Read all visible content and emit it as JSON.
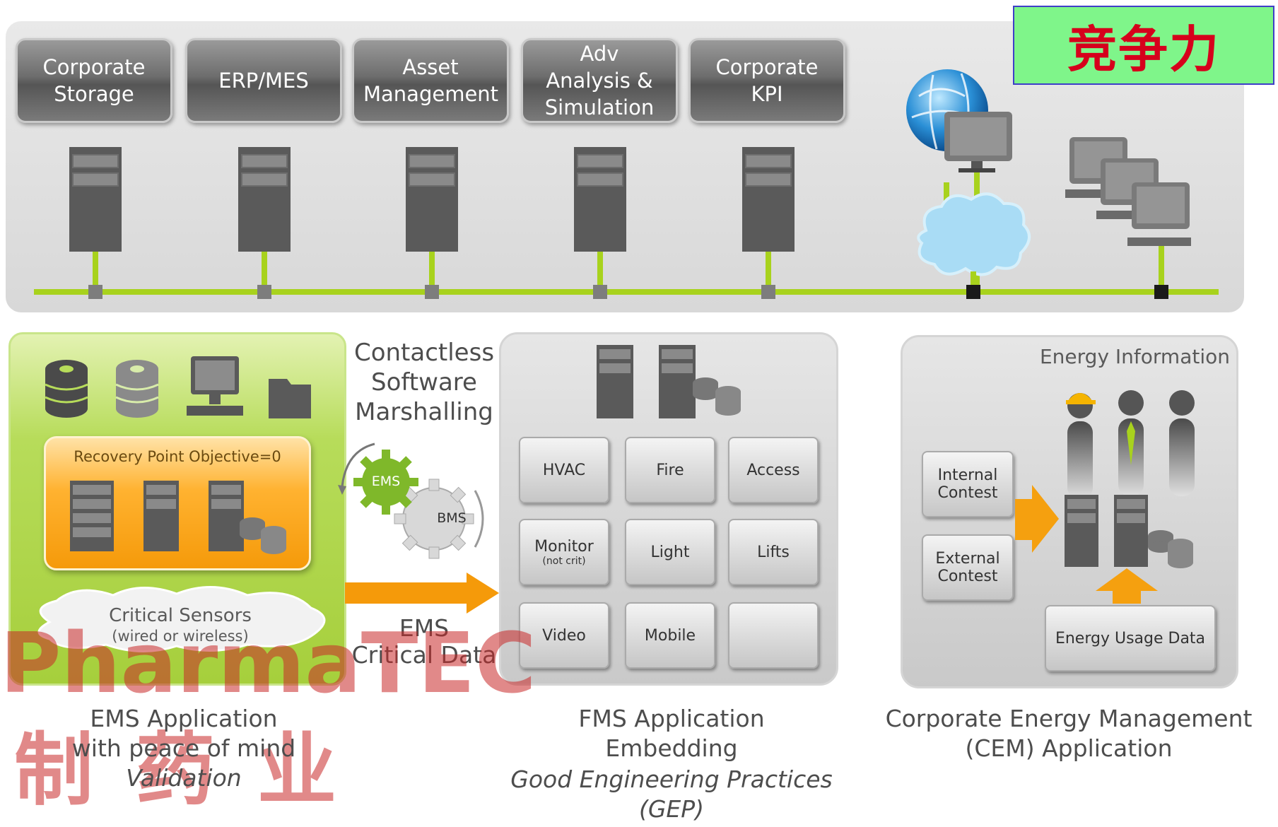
{
  "badge": {
    "text": "竞争力"
  },
  "top_buttons": [
    {
      "label": "Corporate Storage"
    },
    {
      "label": "ERP/MES"
    },
    {
      "label": "Asset Management"
    },
    {
      "label": "Adv Analysis & Simulation"
    },
    {
      "label": "Corporate KPI"
    }
  ],
  "ems_panel": {
    "rpo_label": "Recovery Point Objective=0",
    "sensors_label": "Critical Sensors",
    "sensors_sub": "(wired or wireless)"
  },
  "middle_labels": {
    "marshalling": "Contactless Software Marshalling",
    "gear_ems": "EMS",
    "gear_bms": "BMS",
    "ems_critical_line1": "EMS",
    "ems_critical_line2": "Critical Data"
  },
  "fms_buttons": [
    {
      "label": "HVAC",
      "sub": ""
    },
    {
      "label": "Fire",
      "sub": ""
    },
    {
      "label": "Access",
      "sub": ""
    },
    {
      "label": "Monitor",
      "sub": "(not crit)"
    },
    {
      "label": "Light",
      "sub": ""
    },
    {
      "label": "Lifts",
      "sub": ""
    },
    {
      "label": "Video",
      "sub": ""
    },
    {
      "label": "Mobile",
      "sub": ""
    },
    {
      "label": "",
      "sub": ""
    }
  ],
  "cem_panel": {
    "title": "Energy Information",
    "internal": "Internal Contest",
    "external": "External Contest",
    "usage": "Energy Usage Data"
  },
  "captions": {
    "ems_line1": "EMS Application",
    "ems_line2": "with peace of mind",
    "ems_line3": "Validation",
    "fms_line1": "FMS Application",
    "fms_line2": "Embedding",
    "fms_line3": "Good Engineering Practices (GEP)",
    "cem_line1": "Corporate Energy Management",
    "cem_line2": "(CEM) Application"
  },
  "watermark": {
    "line1": "PharmaTEC",
    "line2": "制药业"
  },
  "colors": {
    "accent_green": "#a8d21d",
    "orange": "#f59a0a",
    "badge_bg": "#7ff58a",
    "badge_text": "#d6001c"
  }
}
